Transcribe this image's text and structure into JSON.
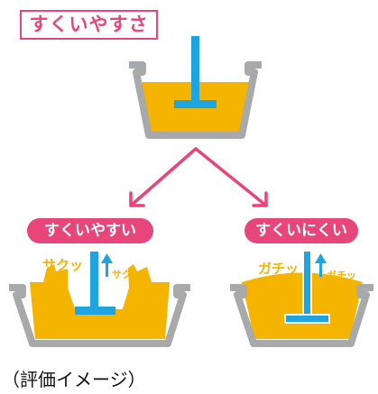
{
  "title": "すくいやすさ",
  "outcomes": {
    "easy": {
      "label": "すくいやすい",
      "sound_large": "サクッ",
      "sound_small": "サクッ"
    },
    "hard": {
      "label": "すくいにくい",
      "sound_large": "ガチッ",
      "sound_small": "ガチッ"
    }
  },
  "caption": "（評価イメージ）",
  "colors": {
    "accent_pink": "#e8457a",
    "tool_blue": "#1ea5df",
    "food_yellow": "#f5b400",
    "bowl_gray": "#a7a9ab"
  }
}
